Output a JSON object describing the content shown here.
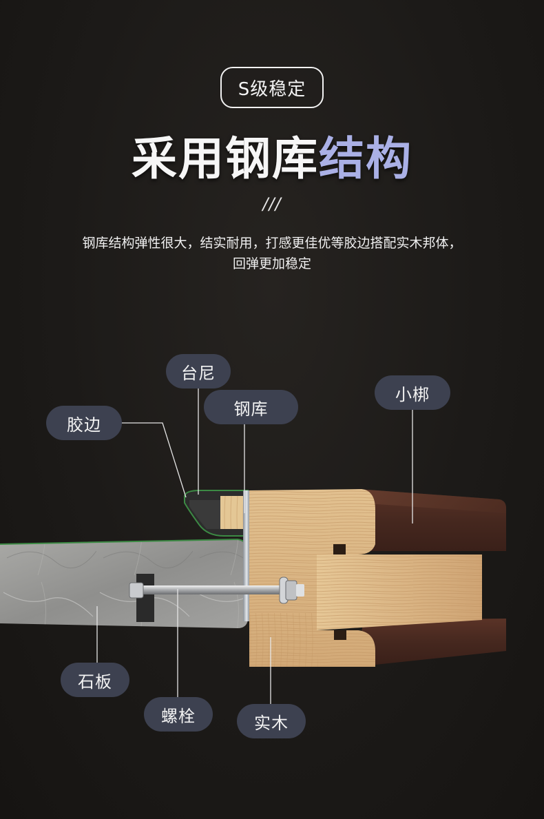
{
  "badge": "S级稳定",
  "title": {
    "part1": "采用钢库",
    "part2": "结构"
  },
  "divider": "///",
  "description": {
    "line1": "钢库结构弹性很大，结实耐用，打感更佳优等胶边搭配实木邦体，",
    "line2": "回弹更加稳定"
  },
  "labels": {
    "taini": "台尼",
    "jiaobian": "胶边",
    "ganku": "钢库",
    "xiaobang": "小梆",
    "shiban": "石板",
    "luoshuan": "螺栓",
    "shimu": "实木"
  },
  "colors": {
    "accent_title": "#aab0e6",
    "pill": "#3d4150",
    "rail_dark": "#4a2c22",
    "wood": "#d9b585",
    "slate": "#9a9a98",
    "cushion_edge": "#3c8a44"
  }
}
